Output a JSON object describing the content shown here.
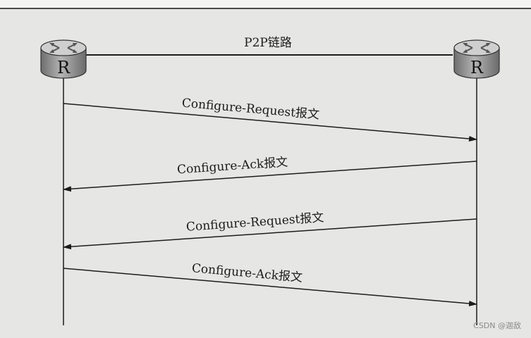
{
  "diagram": {
    "link_label": "P2P链路",
    "router_glyph": "R",
    "router_icon": "router-icon",
    "messages": [
      {
        "label": "Configure-Request报文",
        "direction": "left-to-right"
      },
      {
        "label": "Configure-Ack报文",
        "direction": "right-to-left"
      },
      {
        "label": "Configure-Request报文",
        "direction": "right-to-left"
      },
      {
        "label": "Configure-Ack报文",
        "direction": "left-to-right"
      }
    ]
  },
  "watermark": "CSDN @迦敌",
  "colors": {
    "ink": "#1c1c1c",
    "background": "#e6e6e4",
    "router_body": "#9a9a9a",
    "router_top": "#c8c8c8"
  }
}
